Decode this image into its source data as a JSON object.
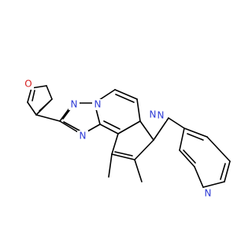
{
  "molecule": {
    "atom_labels": {
      "furan_o": "O",
      "triazole_n_top_left": "N",
      "triazole_n_top_right": "N",
      "triazole_n_bottom": "N",
      "pyrimidine_n": "N",
      "pyrrole_n": "N",
      "pyridine_n": "N"
    },
    "colors": {
      "bond": "#000000",
      "nitrogen": "#2e3bd6",
      "oxygen": "#d61f1f",
      "background": "#ffffff"
    }
  }
}
